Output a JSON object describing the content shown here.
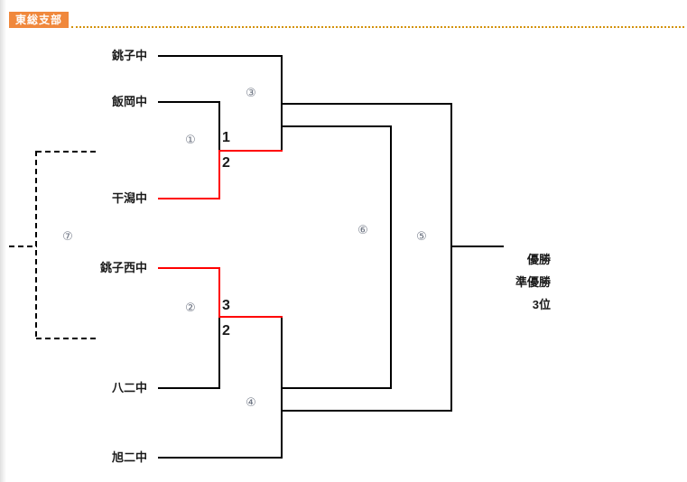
{
  "header": {
    "badge_label": "東総支部"
  },
  "bracket": {
    "teams": [
      {
        "name": "銚子中"
      },
      {
        "name": "飯岡中"
      },
      {
        "name": "干潟中"
      },
      {
        "name": "銚子西中"
      },
      {
        "name": "八二中"
      },
      {
        "name": "旭二中"
      }
    ],
    "match_markers": [
      {
        "label": "①"
      },
      {
        "label": "②"
      },
      {
        "label": "③"
      },
      {
        "label": "④"
      },
      {
        "label": "⑤"
      },
      {
        "label": "⑥"
      },
      {
        "label": "⑦"
      }
    ],
    "scores": {
      "match1_top": "1",
      "match1_bottom": "2",
      "match2_top": "3",
      "match2_bottom": "2"
    },
    "results": [
      {
        "label": "優勝"
      },
      {
        "label": "準優勝"
      },
      {
        "label": "3位"
      }
    ]
  },
  "colors": {
    "badge_bg": "#f0883c",
    "dotted_rule": "#d4920a",
    "winner_path": "#ff0000",
    "line": "#000000"
  }
}
